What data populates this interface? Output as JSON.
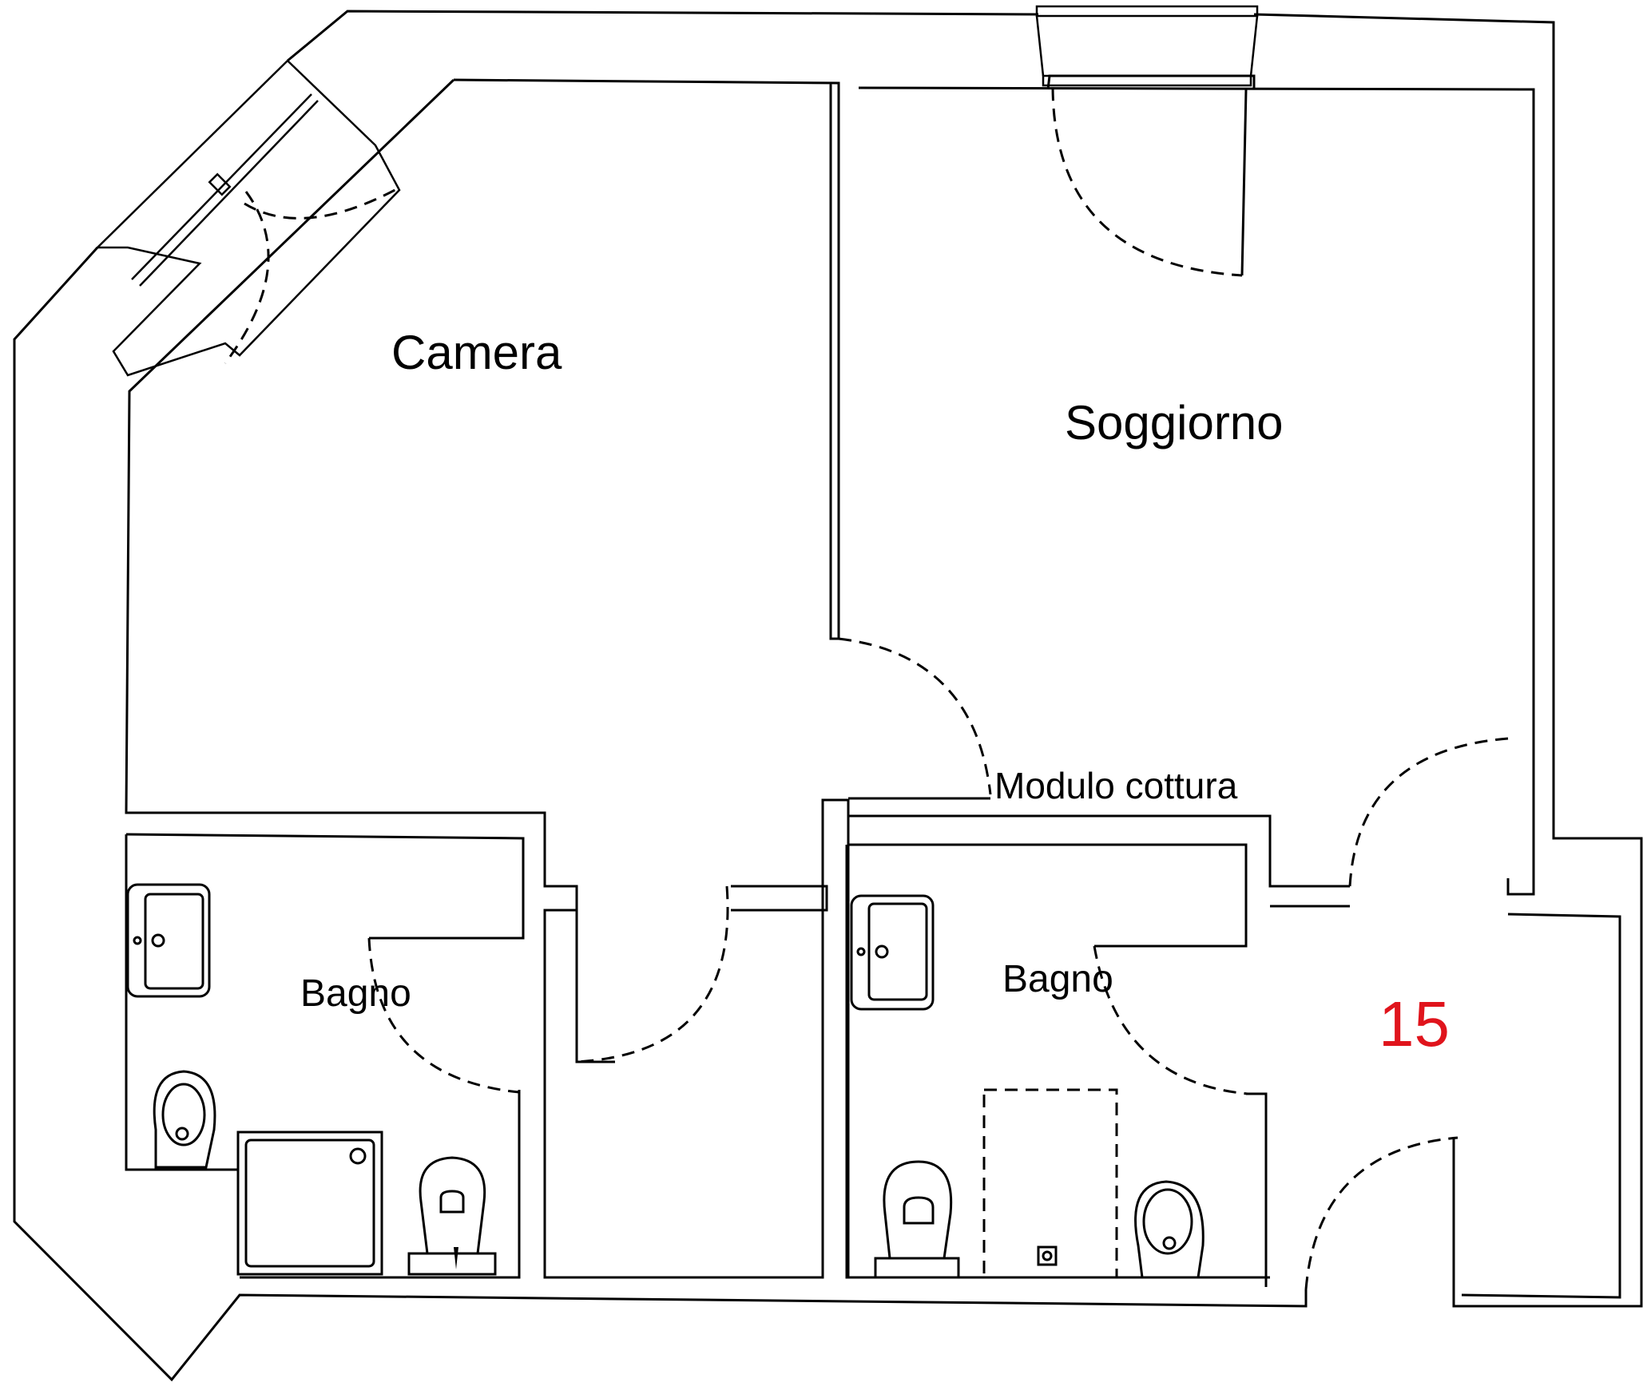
{
  "rooms": {
    "camera": "Camera",
    "soggiorno": "Soggiorno",
    "modulo_cottura": "Modulo cottura",
    "bagno_left": "Bagno",
    "bagno_right": "Bagno"
  },
  "unit_number": "15",
  "colors": {
    "lines": "#000000",
    "unit_number": "#e0141c",
    "background": "#ffffff"
  },
  "fixtures": [
    "sink-icon",
    "sink-icon",
    "toilet-icon",
    "toilet-icon",
    "bidet-icon",
    "bidet-icon",
    "shower-tray-icon",
    "boiler-dashed-icon"
  ]
}
